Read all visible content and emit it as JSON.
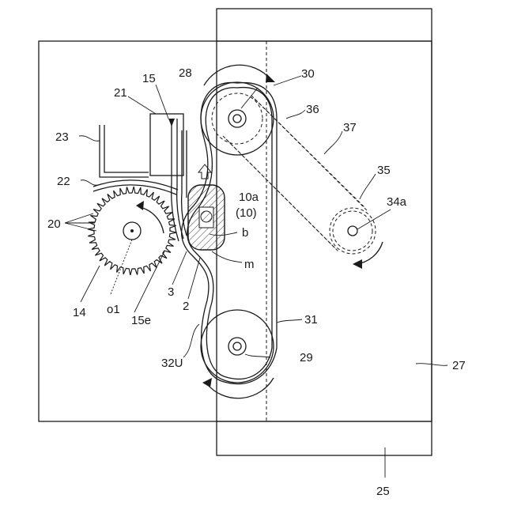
{
  "figure": {
    "colors": {
      "line": "#1a1a1a",
      "background": "#ffffff",
      "hatch": "#1a1a1a"
    }
  },
  "labels": {
    "l14": "14",
    "l15": "15",
    "l15e": "15e",
    "l2": "2",
    "l3": "3",
    "l20": "20",
    "l21": "21",
    "l22": "22",
    "l23": "23",
    "l25": "25",
    "l27": "27",
    "l28": "28",
    "l29": "29",
    "l30": "30",
    "l31": "31",
    "l32U": "32U",
    "l34a": "34a",
    "l35": "35",
    "l36": "36",
    "l37": "37",
    "l10a": "10a",
    "l10": "(10)",
    "lb": "b",
    "lm": "m",
    "lo1": "o1"
  }
}
